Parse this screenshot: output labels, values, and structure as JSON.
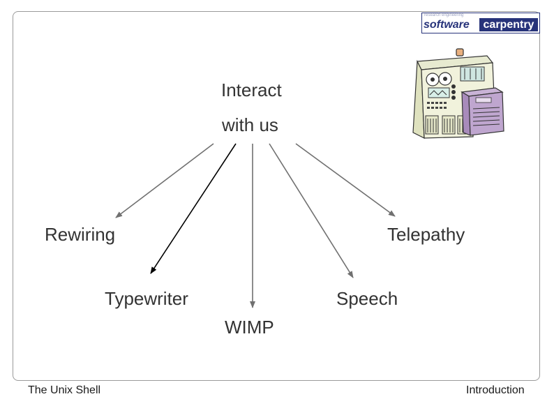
{
  "diagram": {
    "center_line1": "Interact",
    "center_line2": "with us",
    "nodes": {
      "rewiring": "Rewiring",
      "telepathy": "Telepathy",
      "typewriter": "Typewriter",
      "speech": "Speech",
      "wimp": "WIMP"
    }
  },
  "logo": {
    "tagline": "research engineering",
    "word1": "software",
    "word2": "carpentry"
  },
  "footer": {
    "left": "The Unix Shell",
    "right": "Introduction"
  },
  "colors": {
    "arrow_gray": "#707070",
    "arrow_black": "#000000",
    "logo_navy": "#27337a"
  },
  "icons": {
    "computer": "vintage-computer-icon"
  }
}
